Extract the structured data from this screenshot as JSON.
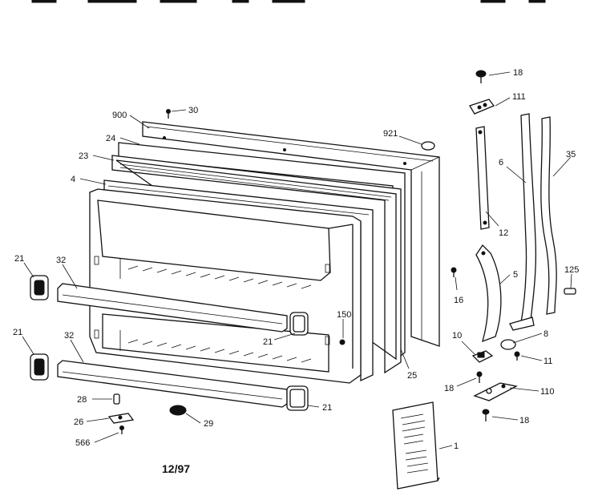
{
  "labels": {
    "l900": "900",
    "l30": "30",
    "l24": "24",
    "l23": "23",
    "l4": "4",
    "l921": "921",
    "l18a": "18",
    "l111": "111",
    "l6": "6",
    "l35": "35",
    "l12": "12",
    "l5": "5",
    "l16": "16",
    "l125": "125",
    "l21a": "21",
    "l32a": "32",
    "l21b": "21",
    "l32b": "32",
    "l150": "150",
    "l21c": "21",
    "l25": "25",
    "l10": "10",
    "l8": "8",
    "l11": "11",
    "l18b": "18",
    "l110": "110",
    "l21d": "21",
    "l28": "28",
    "l26": "26",
    "l29": "29",
    "l566": "566",
    "l18c": "18",
    "l1": "1"
  },
  "date_code": "12/97"
}
